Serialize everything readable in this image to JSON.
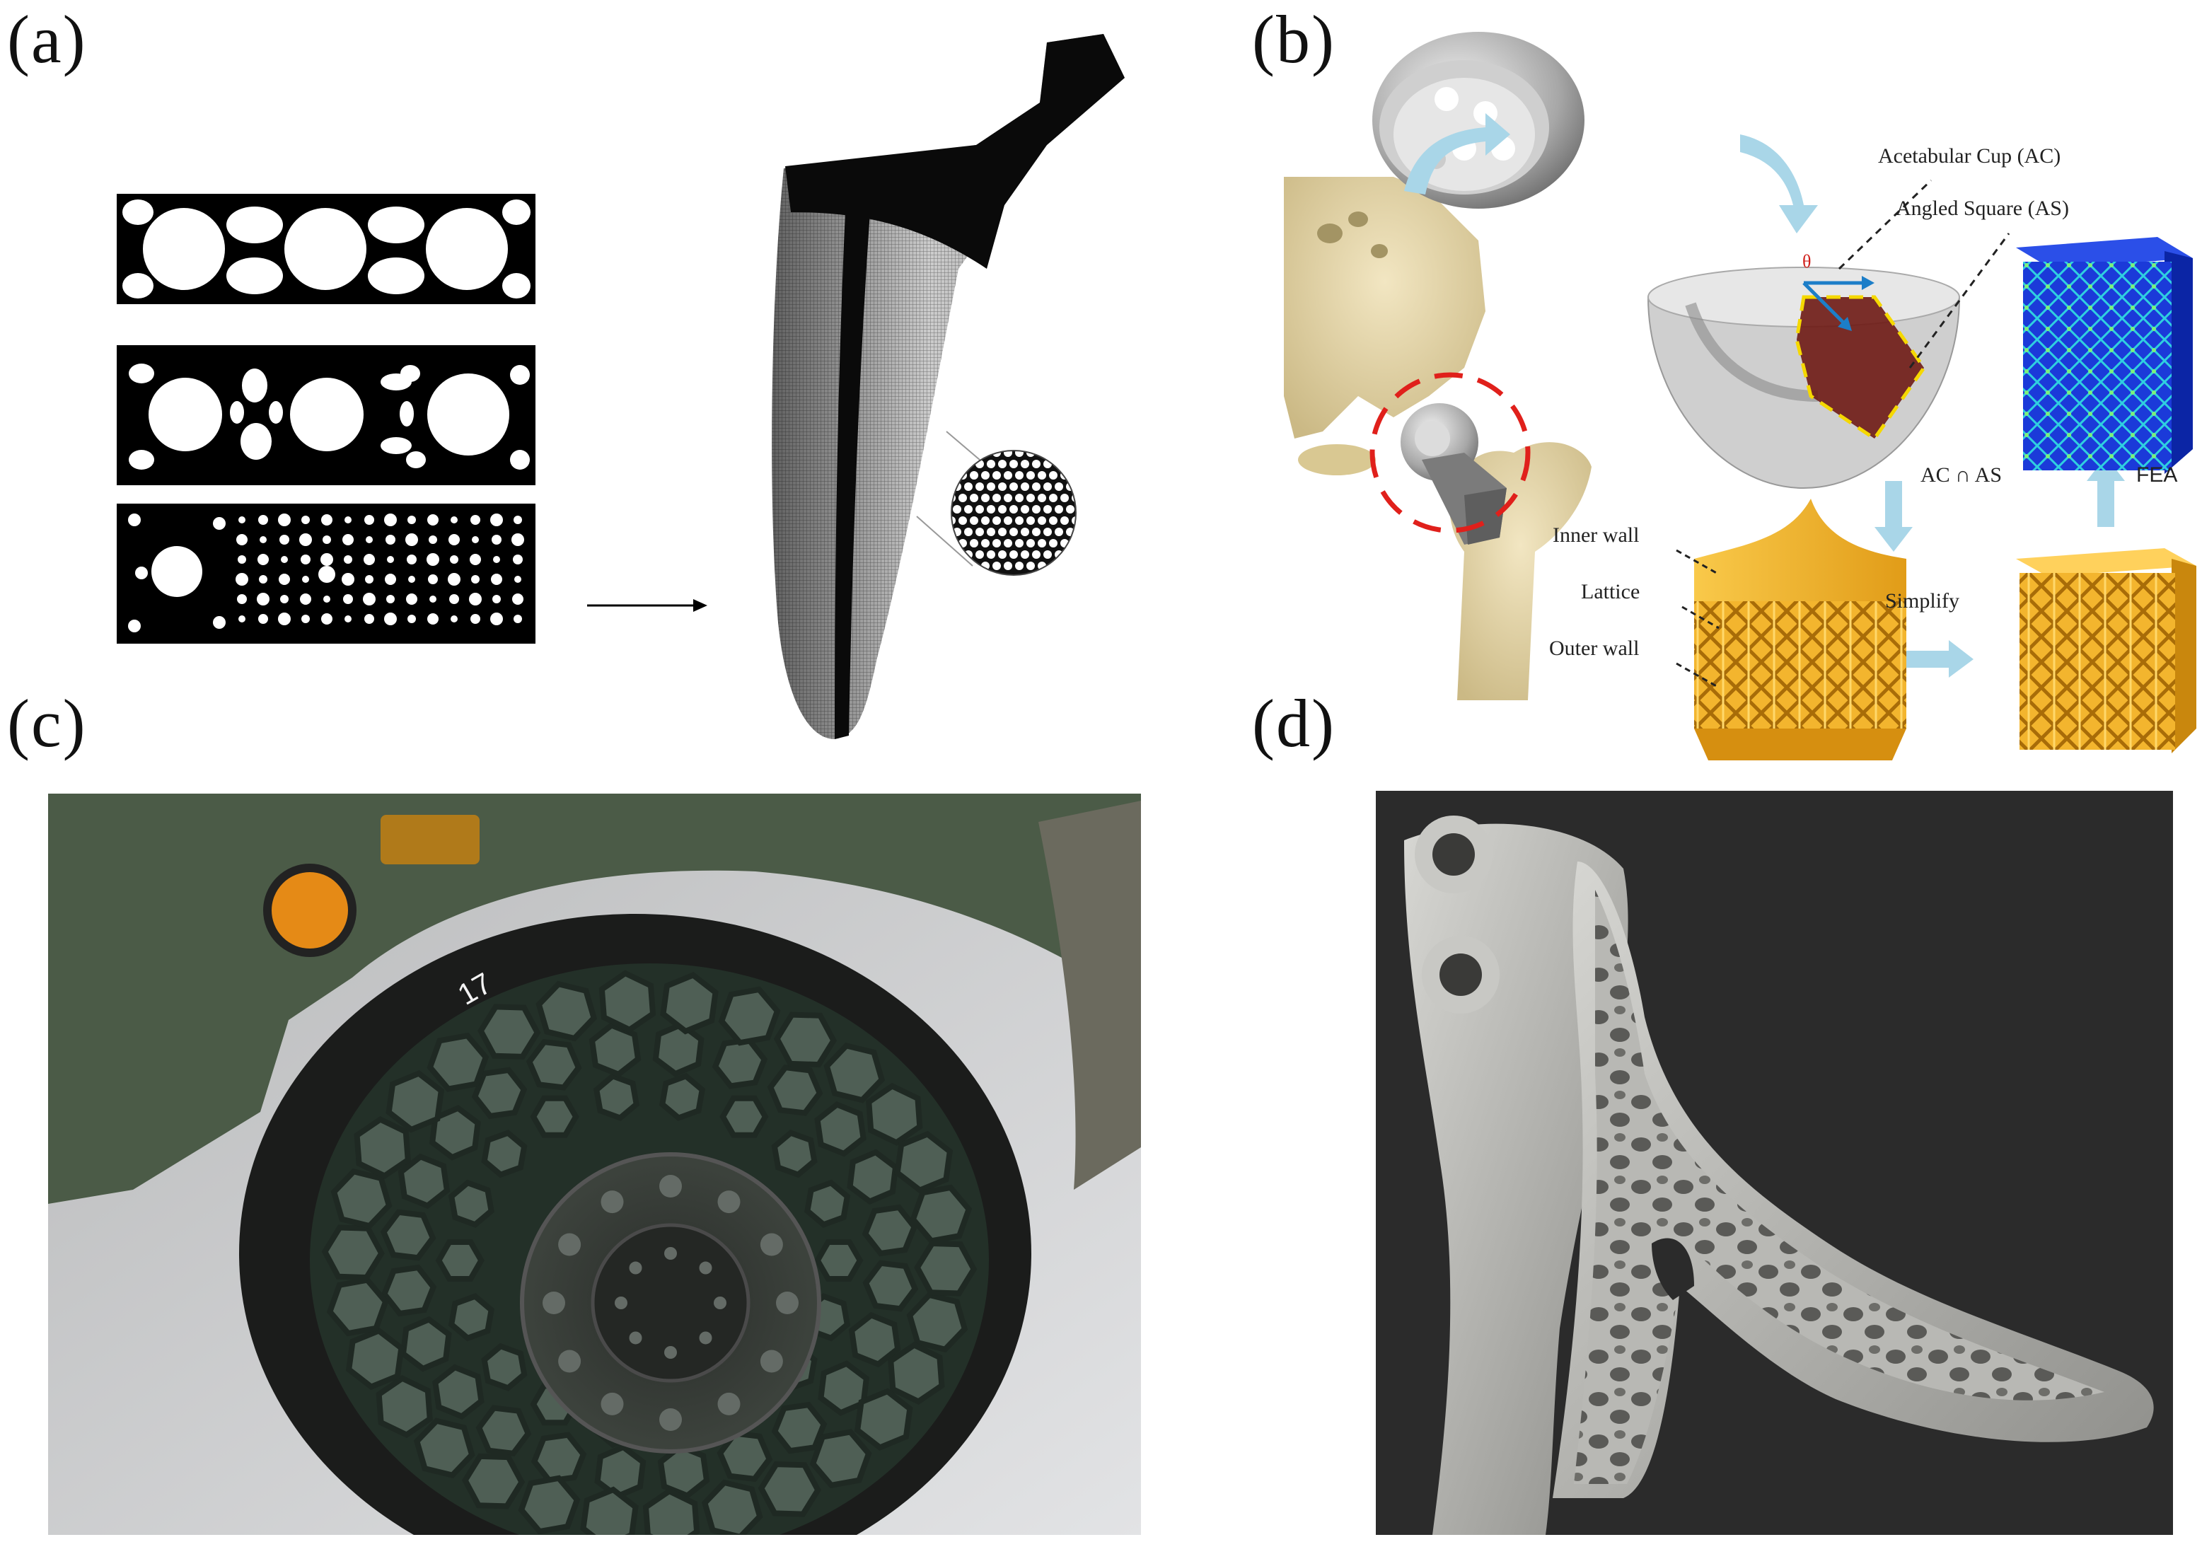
{
  "panels": {
    "a": {
      "label": "(a)"
    },
    "b": {
      "label": "(b)",
      "annotations": {
        "acetabular_cup": "Acetabular Cup (AC)",
        "angled_square": "Angled Square (AS)",
        "theta": "θ",
        "intersection": "AC ∩ AS",
        "fea": "FEA",
        "simplify": "Simplify",
        "inner_wall": "Inner wall",
        "lattice": "Lattice",
        "outer_wall": "Outer wall"
      }
    },
    "c": {
      "label": "(c)",
      "tire_marks": [
        "17"
      ]
    },
    "d": {
      "label": "(d)"
    }
  },
  "colors": {
    "lattice_gold": "#f1b531",
    "fea_blue": "#1a3fd6",
    "flow_arrow": "#a9d6e8",
    "red_highlight": "#e0201b",
    "yellow_dash": "#f5d800",
    "bone": "#e5d6aa",
    "vehicle_green": "#4b5b47",
    "implant_grey": "#b7b7b3",
    "photo_dark_bg": "#2b2b2b"
  }
}
